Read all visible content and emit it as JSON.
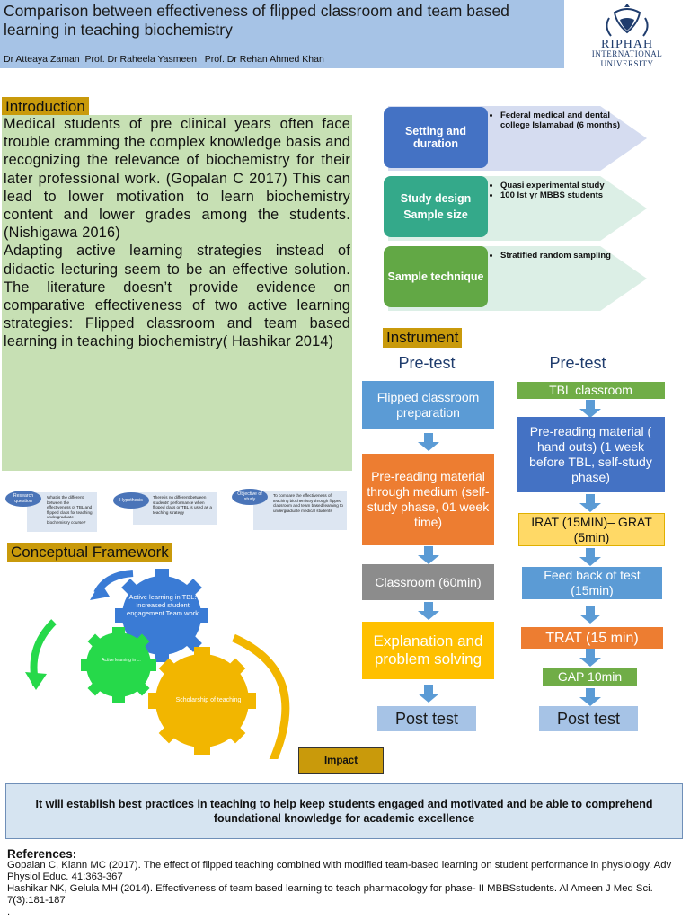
{
  "header": {
    "title": "Comparison between effectiveness of flipped classroom and team based learning in teaching biochemistry",
    "authors": "Dr Atteaya Zaman  Prof. Dr Raheela Yasmeen   Prof. Dr Rehan Ahmed Khan",
    "logo_name": "RIPHAH",
    "logo_sub1": "INTERNATIONAL",
    "logo_sub2": "UNIVERSITY"
  },
  "introduction": {
    "label": "Introduction",
    "para1": "Medical students of pre clinical years often face trouble cramming the complex knowledge basis and recognizing the relevance of biochemistry for their later professional work. (Gopalan C 2017) This can lead to lower motivation to learn biochemistry content and lower grades  among the students.(Nishigawa 2016)",
    "para2": "Adapting active learning strategies instead of didactic lecturing seem to be an effective solution. The literature doesn’t provide evidence on comparative  effectiveness of two active learning strategies: Flipped classroom and team based learning in teaching biochemistry( Hashikar 2014)"
  },
  "questions": [
    {
      "circle": "Research question",
      "text": "What is the different between the effectiveness of TBL and flipped class for teaching undergraduate biochemistry course?"
    },
    {
      "circle": "Hypothesis",
      "text": "There is no different between students' performance when flipped class or TBL is used as a teaching strategy"
    },
    {
      "circle": "Objective of study",
      "text": "To compare the effectiveness of teaching biochemistry through flipped classroom and team based learning to undergraduate medical students"
    }
  ],
  "framework": {
    "label": "Conceptual Framework",
    "gear_blue": "Active learning in TBL: Increased student engagement Team work",
    "gear_green": "Active learning in ...",
    "scholarship": "Scholarship of teaching",
    "impact": "Impact"
  },
  "design": [
    {
      "box": "Setting and duration",
      "bullets": [
        "Federal medical and dental college Islamabad (6 months)"
      ]
    },
    {
      "box": "Study design",
      "box2": "Sample size",
      "bullets": [
        "Quasi experimental study",
        "100 Ist yr MBBS students"
      ]
    },
    {
      "box": "Sample technique",
      "bullets": [
        "Stratified random sampling"
      ]
    }
  ],
  "instrument": {
    "label": "Instrument",
    "left": {
      "pretest": "Pre-test",
      "steps": [
        "Flipped classroom preparation",
        "Pre-reading material through medium (self-study phase, 01 week time)",
        "Classroom (60min)",
        "Explanation and problem solving"
      ],
      "posttest": "Post test"
    },
    "right": {
      "pretest": "Pre-test",
      "steps": [
        "TBL classroom",
        "Pre-reading material ( hand outs) (1 week before TBL, self-study phase)",
        "IRAT (15MIN)– GRAT (5min)",
        "Feed back of test (15min)",
        "TRAT (15 min)",
        "GAP 10min"
      ],
      "posttest": "Post test"
    }
  },
  "conclusion": "It will establish  best practices in teaching to help keep  students engaged and motivated and be able to comprehend foundational knowledge for academic excellence",
  "references": {
    "heading": "References:",
    "items": [
      "Gopalan C, Klann MC (2017). The effect of flipped teaching combined with modified team-based learning on student performance in physiology. Adv Physiol Educ. 41:363-367",
      "Hashikar NK, Gelula MH (2014). Effectiveness of team based learning to teach pharmacology for phase- II MBBSstudents. Al Ameen J Med Sci. 7(3):181-187",
      "."
    ]
  },
  "colors": {
    "header_bg": "#a6c3e6",
    "label_gold": "#c99a0b",
    "intro_green": "#c7e0b4",
    "box_blue": "#4472c4",
    "box_teal": "#34a98a",
    "box_green": "#62a845",
    "flow_blue": "#5b9bd5",
    "flow_orange": "#ed7d31",
    "flow_gray": "#8c8c8c",
    "flow_gold": "#ffc000",
    "flow_green": "#70ad47",
    "flow_dark_blue": "#4472c4",
    "flow_pale_gold": "#ffd966"
  }
}
